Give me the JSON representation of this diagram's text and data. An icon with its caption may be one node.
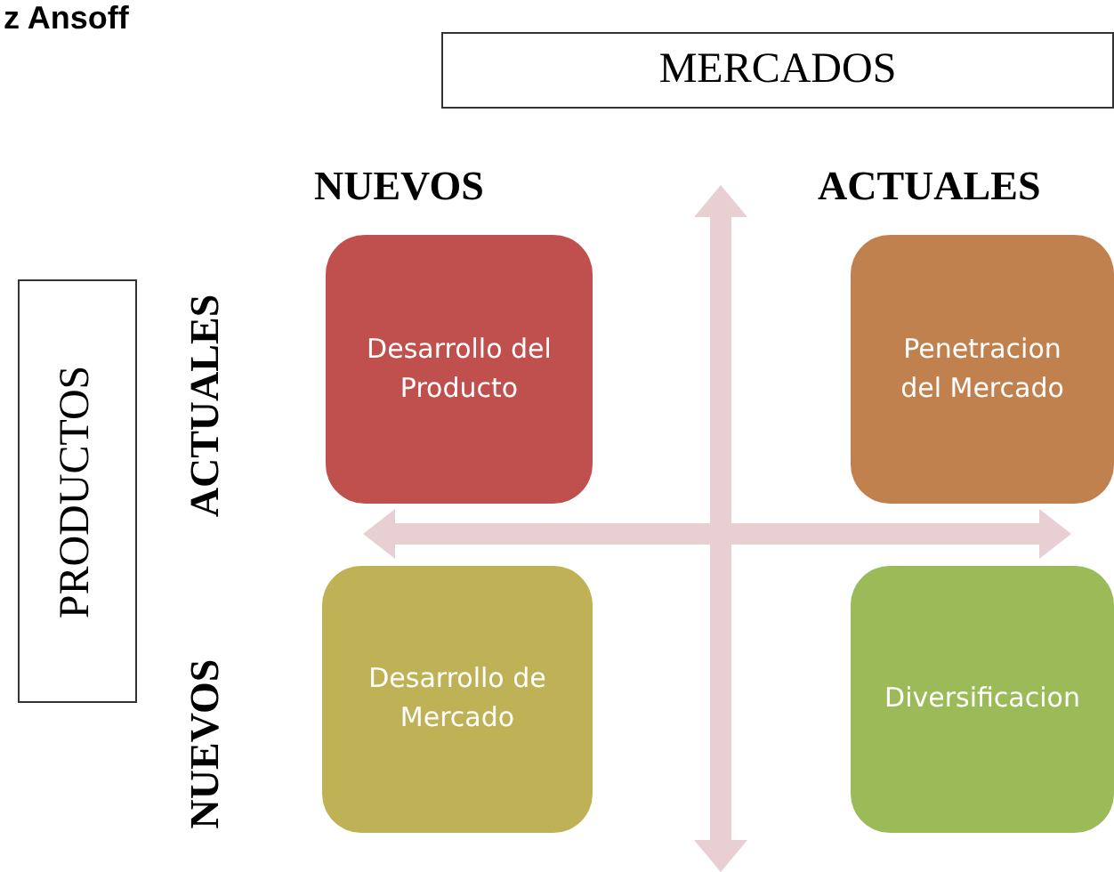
{
  "diagram": {
    "title": "z Ansoff",
    "nodes": [
      {
        "text": [
          "MERCADOS"
        ]
      },
      {
        "text": [
          "PRODUCTOS"
        ]
      },
      {
        "text": [
          "Desarrollo del Producto"
        ]
      },
      {
        "text": [
          "Penetracion del Mercado"
        ]
      },
      {
        "text": [
          "Desarrollo de Mercado"
        ]
      },
      {
        "text": [
          "Diversificacion"
        ]
      }
    ],
    "edges": [],
    "labels": [
      "NUEVOS",
      "ACTUALES",
      "ACTUALES",
      "NUEVOS"
    ]
  }
}
